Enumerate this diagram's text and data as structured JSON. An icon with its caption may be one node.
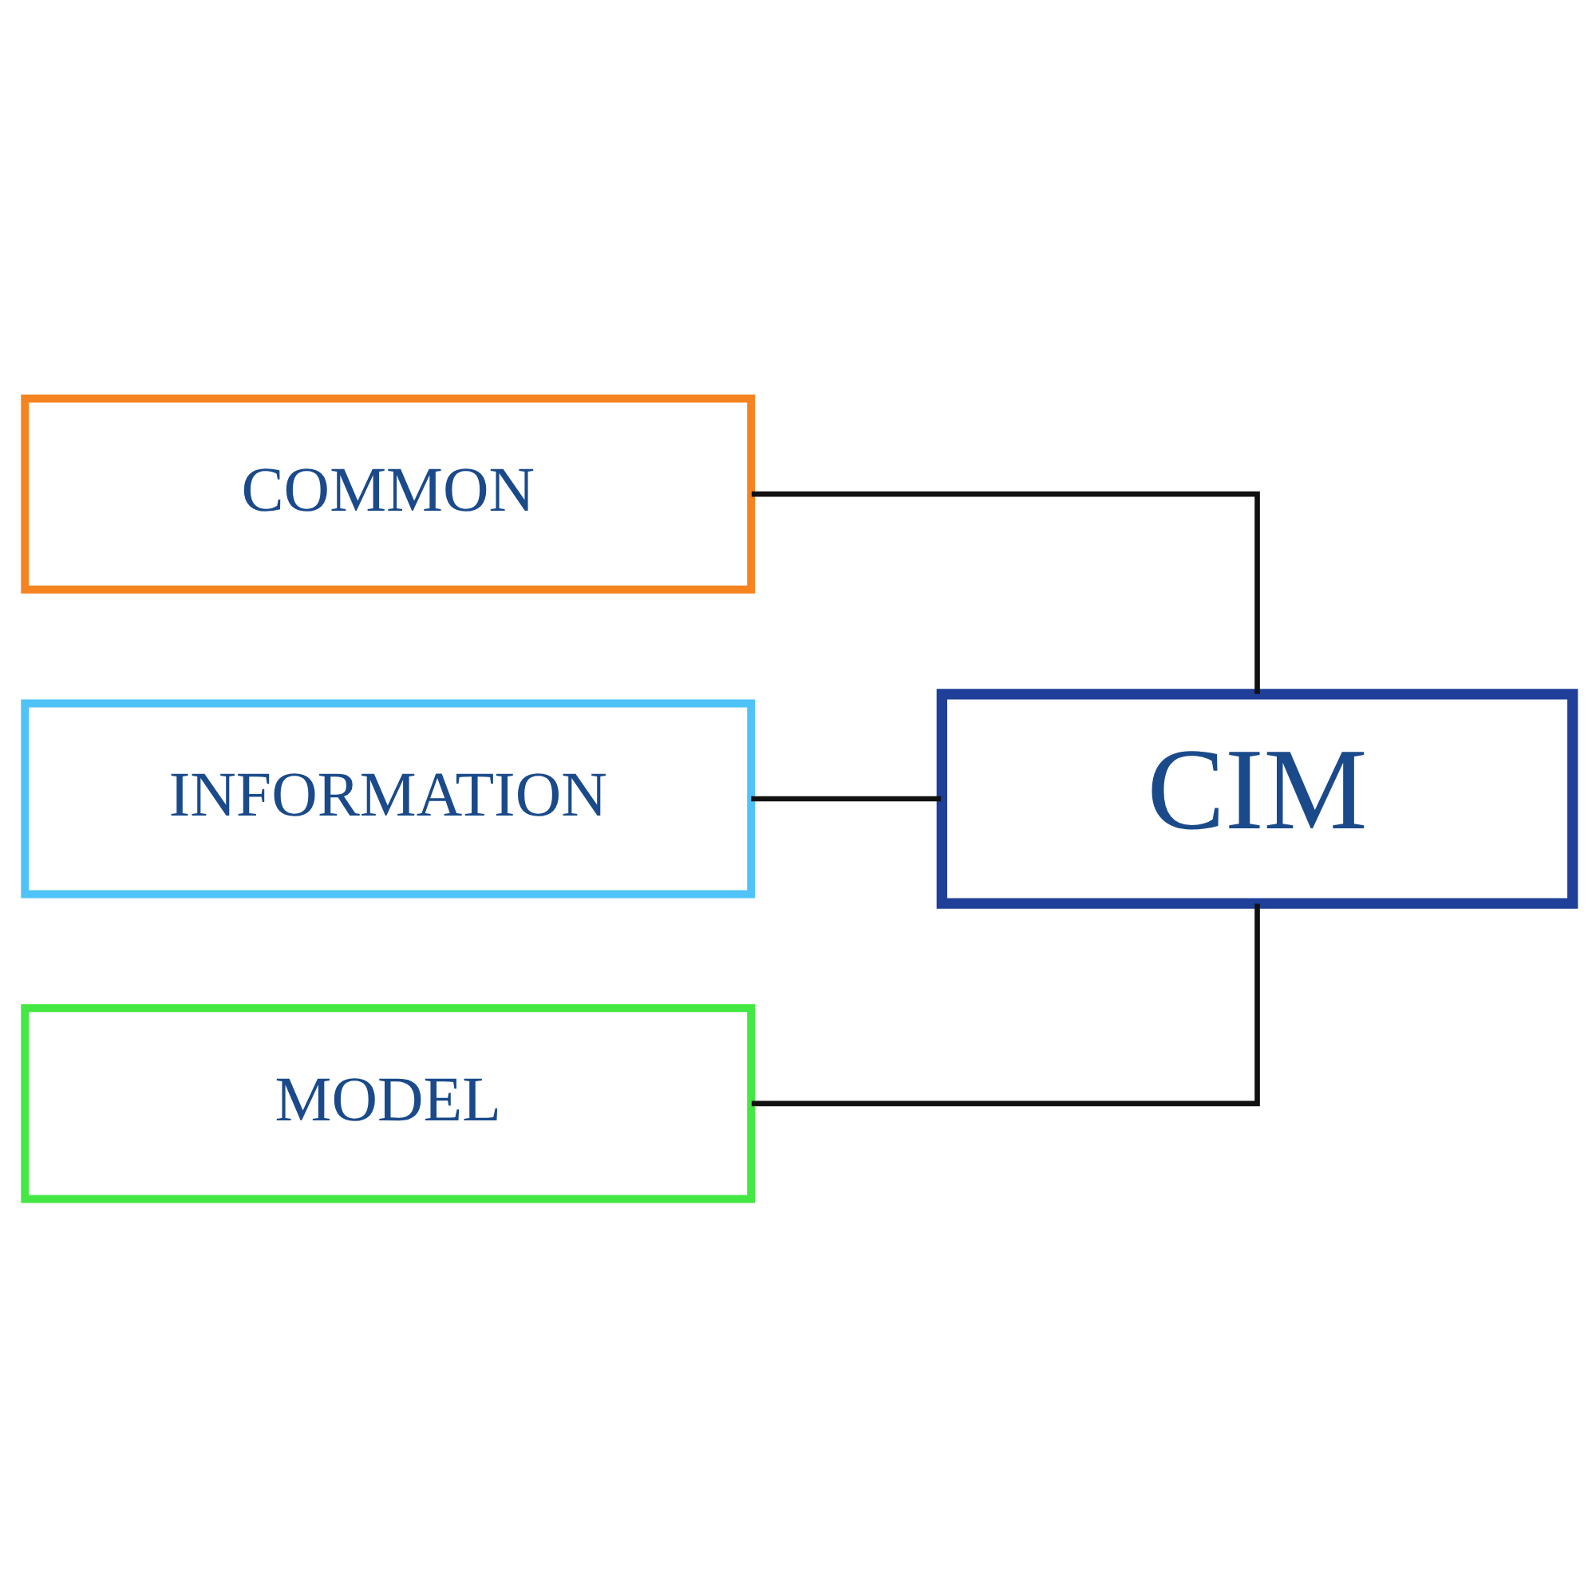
{
  "diagram": {
    "nodes": [
      {
        "text": [
          "CIM"
        ]
      },
      {
        "text": [
          "COMMON"
        ]
      },
      {
        "text": [
          "INFORMATION"
        ]
      },
      {
        "text": [
          "MODEL"
        ]
      }
    ],
    "edges": [
      {
        "from": 0,
        "to": 1,
        "arrow": "none"
      },
      {
        "from": 0,
        "to": 2,
        "arrow": "none"
      },
      {
        "from": 0,
        "to": 3,
        "arrow": "none"
      }
    ]
  }
}
